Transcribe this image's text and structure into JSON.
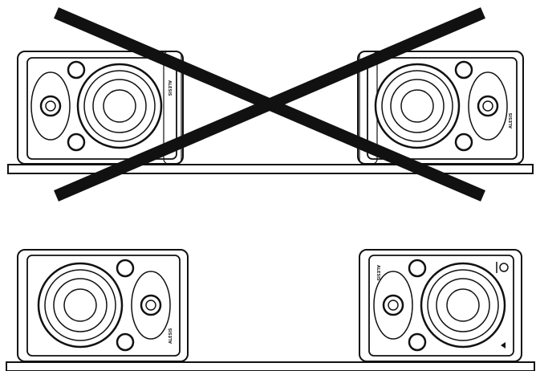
{
  "figure": {
    "colors": {
      "line": "#111111",
      "background": "#ffffff"
    },
    "top_row": {
      "state": "incorrect",
      "marker": "x-cross",
      "speakers": [
        {
          "name": "left-monitor",
          "orientation": "horizontal",
          "tweeter_side": "left",
          "logo": "ALESIS"
        },
        {
          "name": "right-monitor",
          "orientation": "horizontal",
          "tweeter_side": "right",
          "logo": "ALESIS"
        }
      ]
    },
    "bottom_row": {
      "state": "correct",
      "speakers": [
        {
          "name": "left-monitor",
          "orientation": "horizontal",
          "tweeter_side": "right",
          "logo": "ALESIS"
        },
        {
          "name": "right-monitor",
          "orientation": "horizontal",
          "tweeter_side": "left",
          "logo": "ALESIS"
        }
      ]
    }
  }
}
